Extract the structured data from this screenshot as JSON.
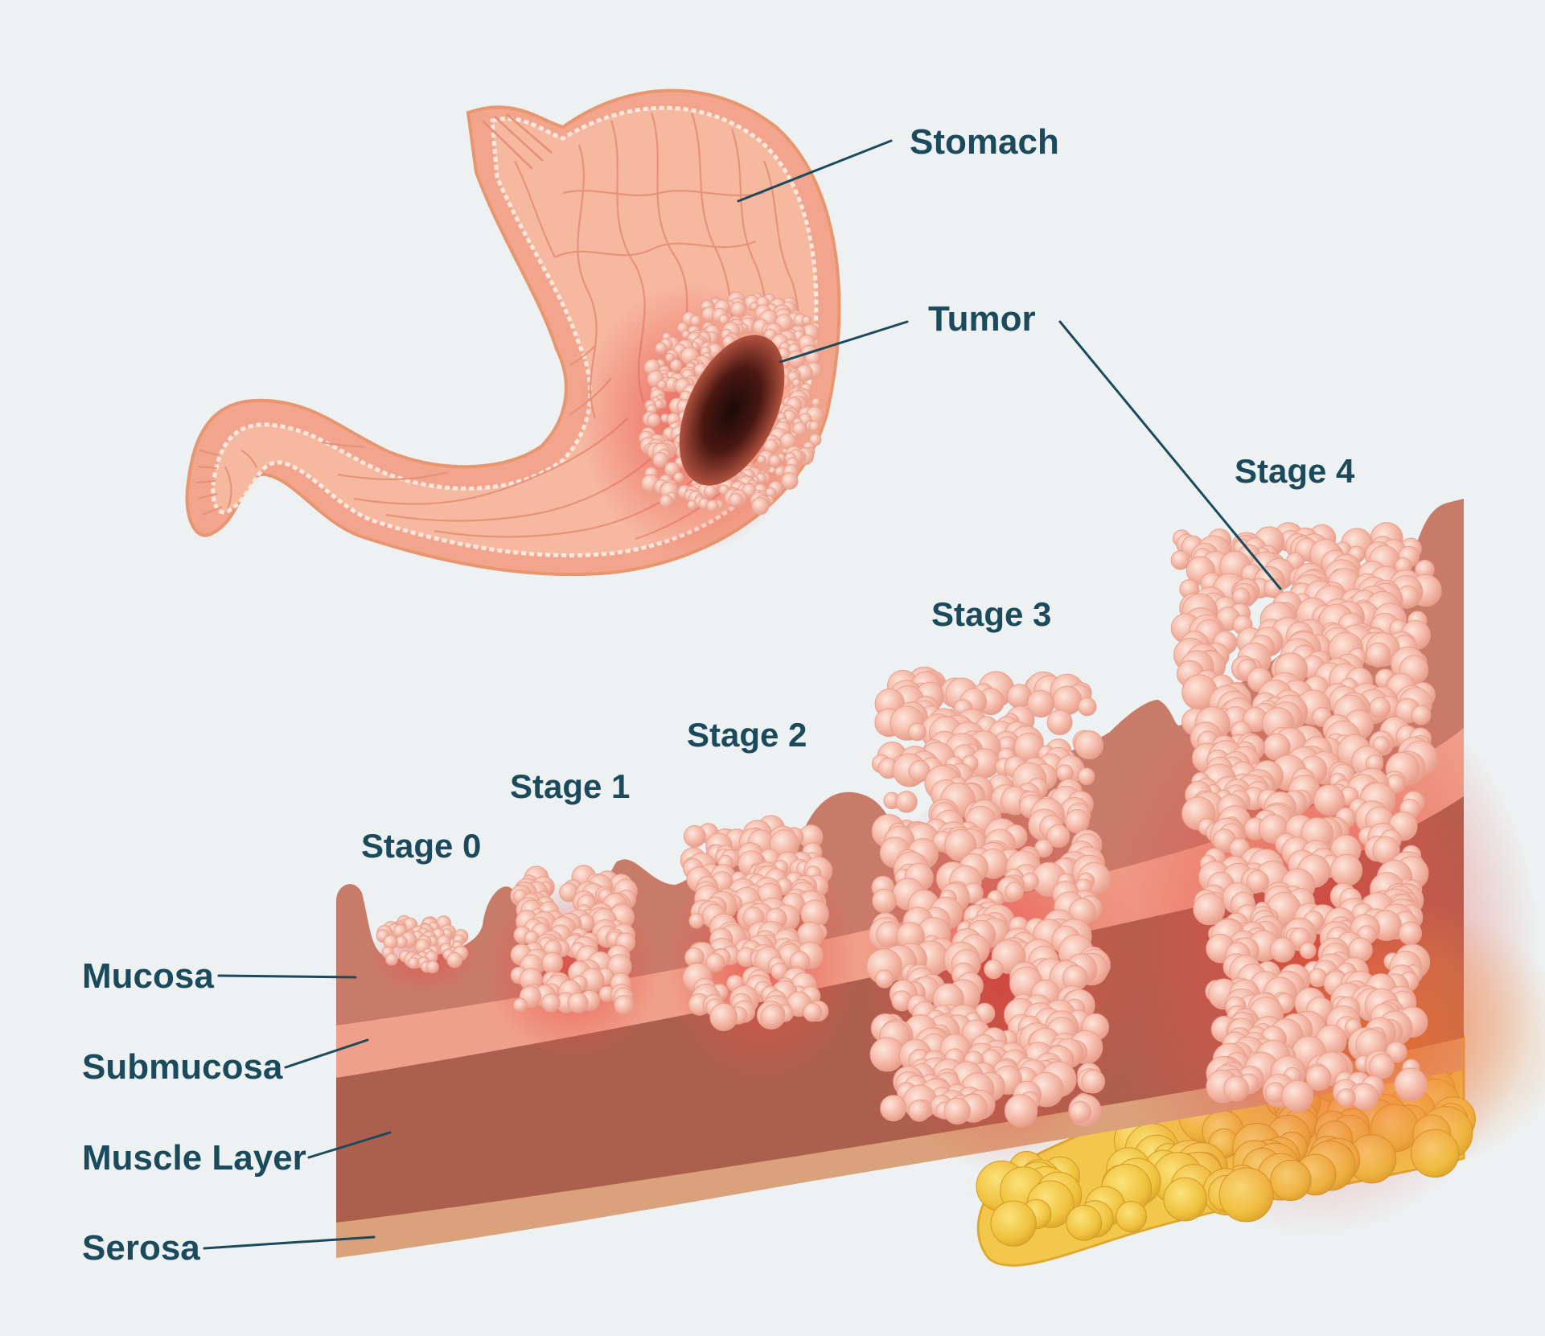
{
  "labels": {
    "stomach": "Stomach",
    "tumor": "Tumor",
    "mucosa": "Mucosa",
    "submucosa": "Submucosa",
    "muscle_layer": "Muscle Layer",
    "serosa": "Serosa"
  },
  "stages": [
    {
      "label": "Stage 0"
    },
    {
      "label": "Stage 1"
    },
    {
      "label": "Stage 2"
    },
    {
      "label": "Stage 3"
    },
    {
      "label": "Stage 4"
    }
  ],
  "colors": {
    "background": "#edf1f2",
    "label_text": "#1a4a5c",
    "stomach_tissue": "#f4a890",
    "tumor_cells": "#f6c5b6",
    "mucosa": "#c97b6a",
    "submucosa": "#f0a08a",
    "muscle": "#ad5f4d",
    "serosa": "#daa27a",
    "fat_tissue": "#f3c84a",
    "inflammation": "#e23a3a"
  },
  "icons": [
    "stomach-illustration",
    "tumor-illustration",
    "tissue-layers-illustration",
    "fat-tissue-illustration"
  ]
}
